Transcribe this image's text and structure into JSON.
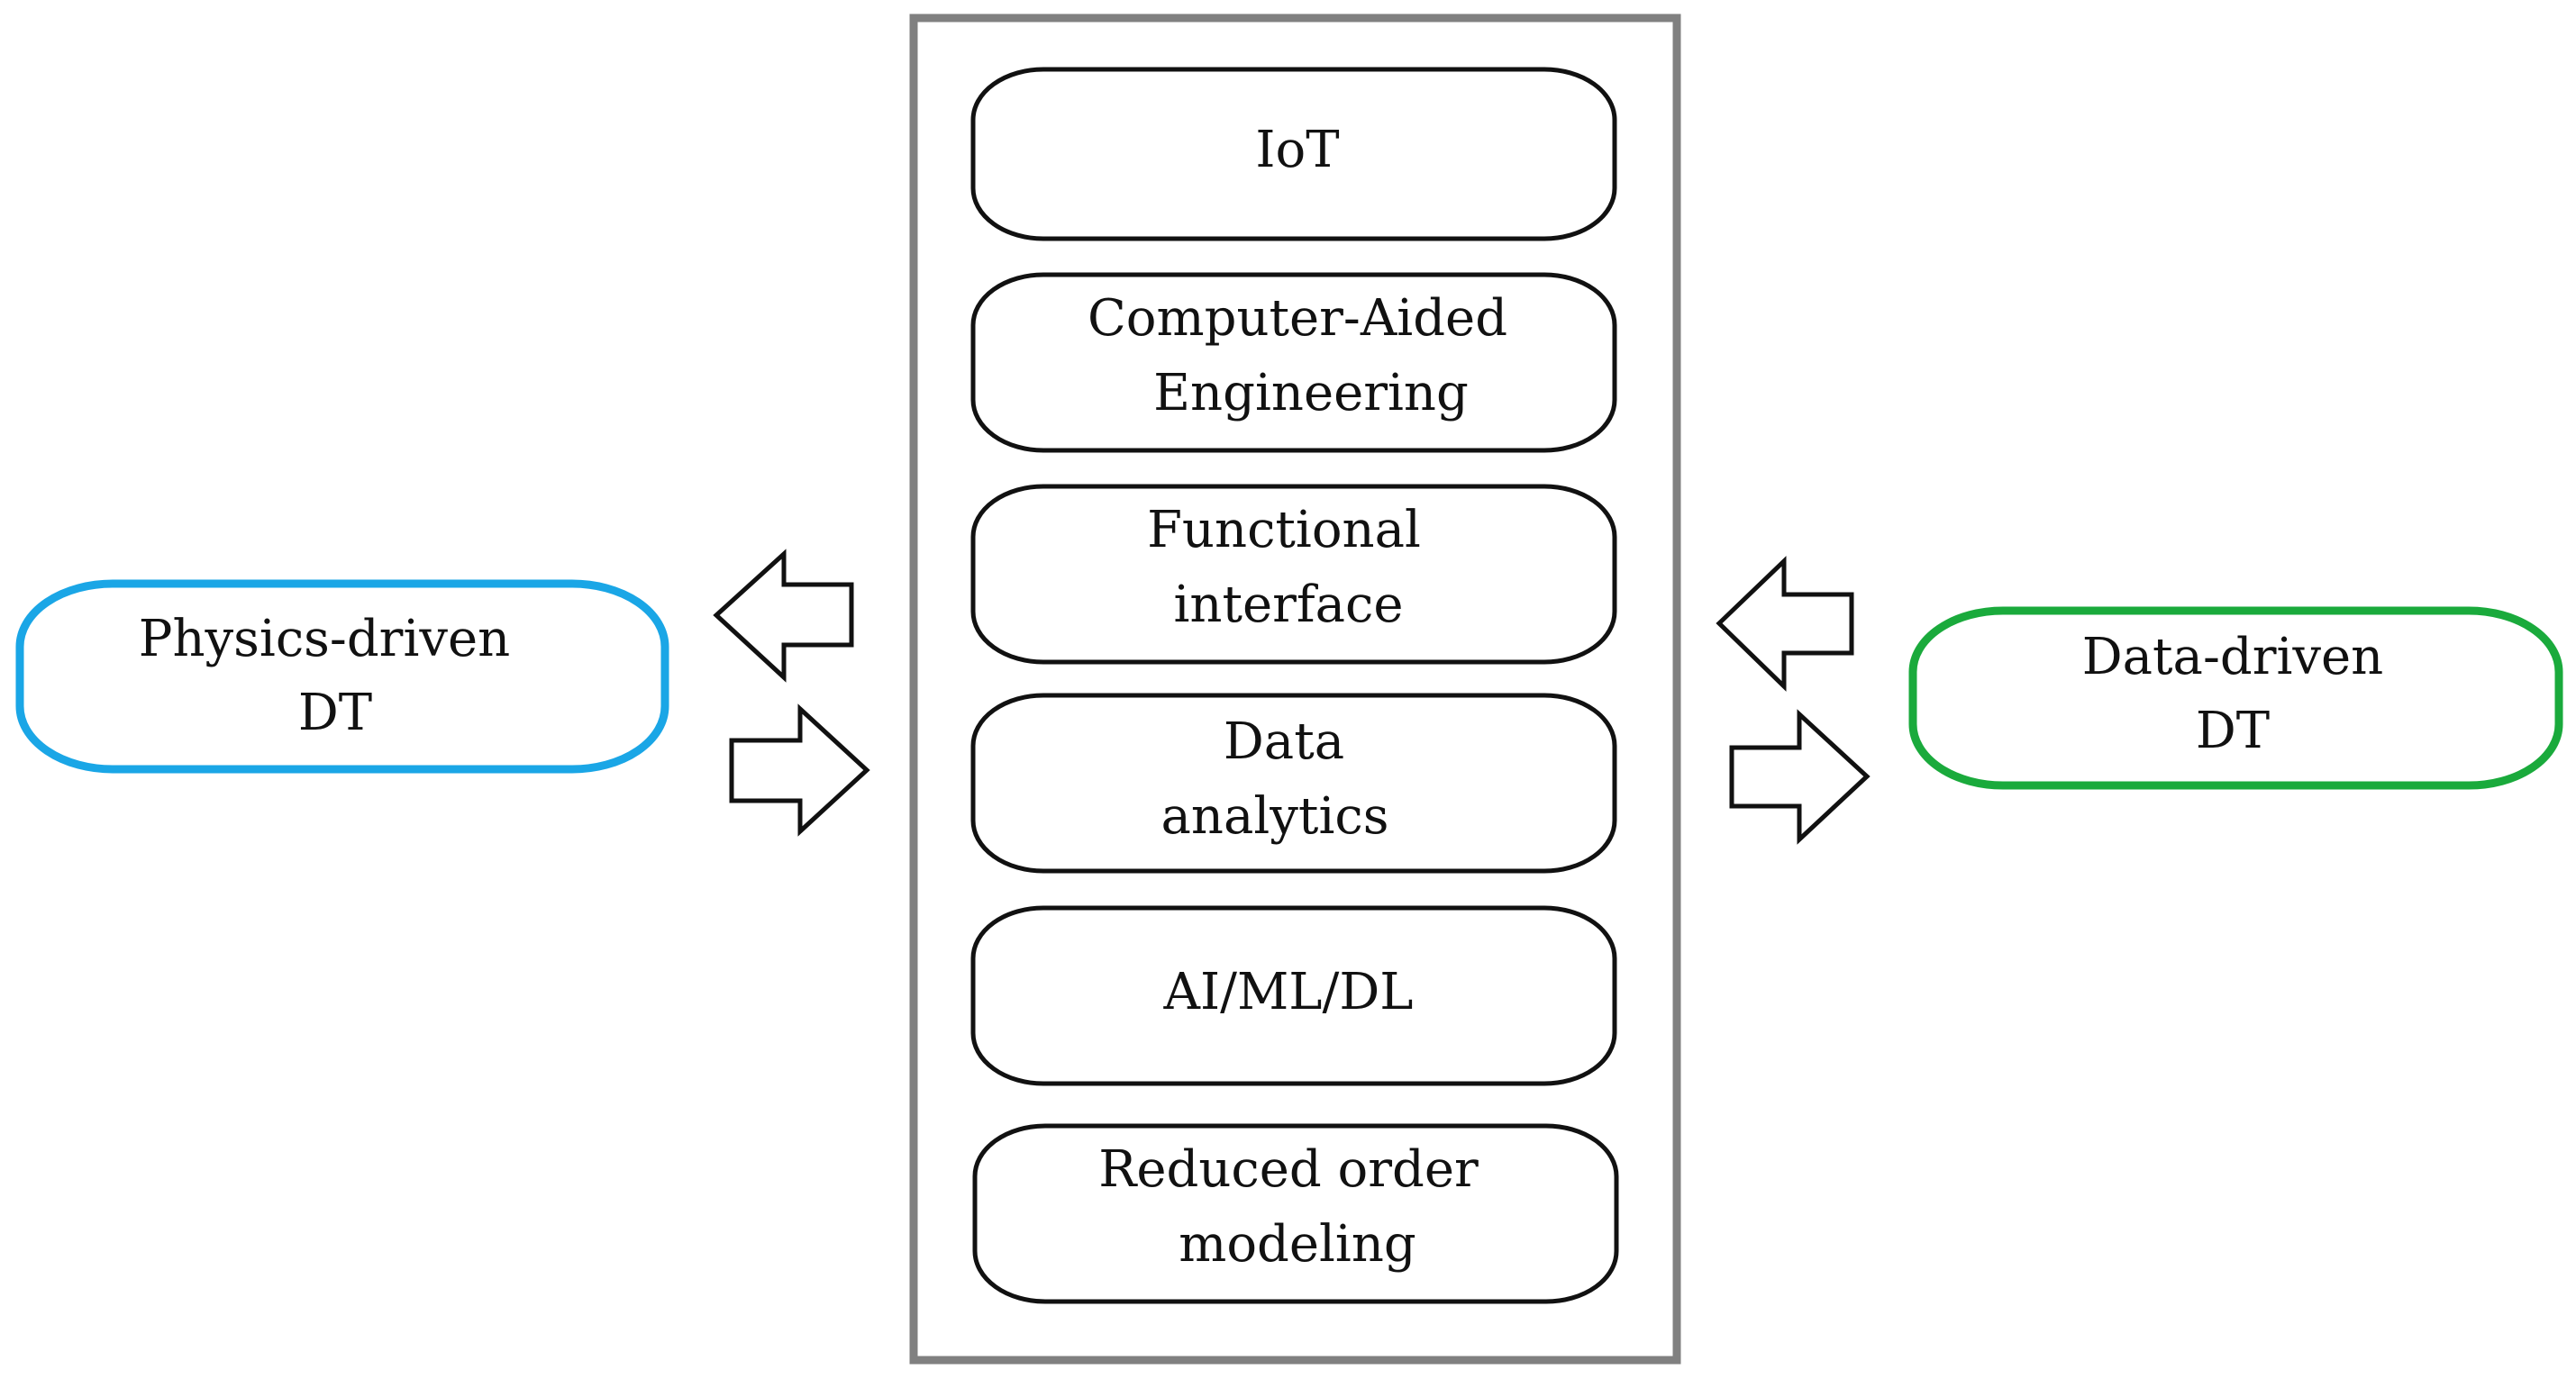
{
  "colors": {
    "physics_border": "#1aa6e6",
    "data_border": "#1aaa3c",
    "container_border": "#808080",
    "stroke": "#111111"
  },
  "physics_driven": {
    "line1": "Physics-driven",
    "line2": "DT"
  },
  "data_driven": {
    "line1": "Data-driven",
    "line2": "DT"
  },
  "technologies": [
    {
      "line1": "IoT"
    },
    {
      "line1": "Computer-Aided",
      "line2": "Engineering"
    },
    {
      "line1": "Functional",
      "line2": "interface"
    },
    {
      "line1": "Data",
      "line2": "analytics"
    },
    {
      "line1": "AI/ML/DL"
    },
    {
      "line1": "Reduced order",
      "line2": "modeling"
    }
  ],
  "arrows": [
    {
      "direction": "left",
      "between": "container-physics"
    },
    {
      "direction": "right",
      "between": "physics-container"
    },
    {
      "direction": "left",
      "between": "data-container"
    },
    {
      "direction": "right",
      "between": "container-data"
    }
  ]
}
